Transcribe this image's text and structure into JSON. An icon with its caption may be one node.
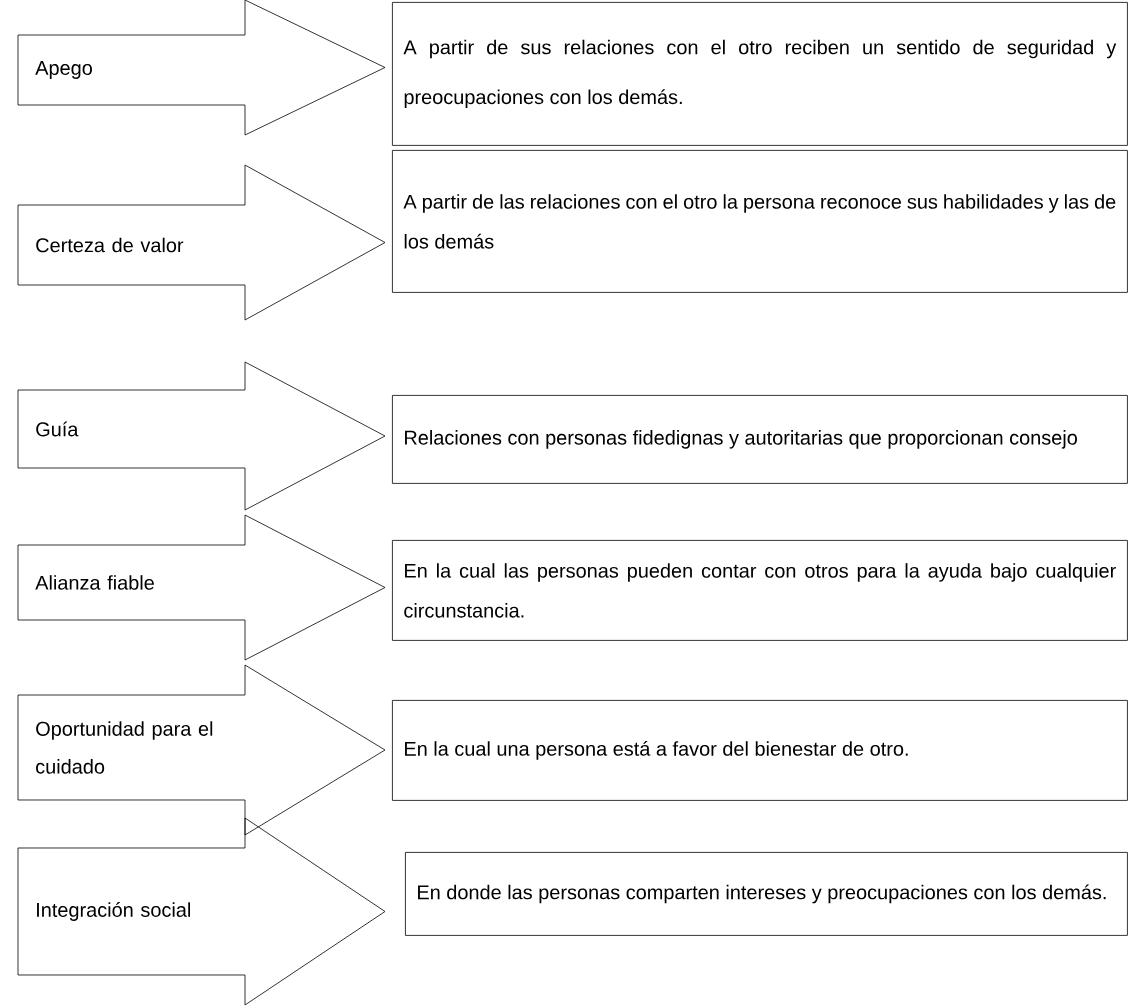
{
  "diagram": {
    "nodes": [
      {
        "text": [
          "Apego"
        ]
      },
      {
        "text": [
          "A partir de sus relaciones con el otro reciben un sentido de seguridad y preocupaciones con los demás."
        ]
      },
      {
        "text": [
          "Certeza de valor"
        ]
      },
      {
        "text": [
          "A partir de las relaciones con el otro la persona reconoce sus habilidades y las de los demás"
        ]
      },
      {
        "text": [
          "Guía"
        ]
      },
      {
        "text": [
          "Relaciones con personas fidedignas y autoritarias que proporcionan consejo"
        ]
      },
      {
        "text": [
          "Alianza fiable"
        ]
      },
      {
        "text": [
          "En la cual las personas pueden contar con otros para la ayuda bajo cualquier circunstancia."
        ]
      },
      {
        "text": [
          "Oportunidad para el cuidado"
        ]
      },
      {
        "text": [
          "En la cual una persona está a favor del bienestar de otro."
        ]
      },
      {
        "text": [
          "Integración social"
        ]
      },
      {
        "text": [
          "En donde las personas comparten intereses y preocupaciones con los demás."
        ]
      }
    ]
  }
}
